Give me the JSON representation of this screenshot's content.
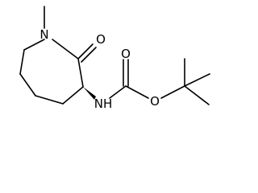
{
  "molecule": {
    "atoms": {
      "ring_nitrogen": "N",
      "lactam_oxygen": "O",
      "amide_nitrogen": "NH",
      "carbamate_carbonyl_oxygen": "O",
      "carbamate_ester_oxygen": "O"
    }
  }
}
